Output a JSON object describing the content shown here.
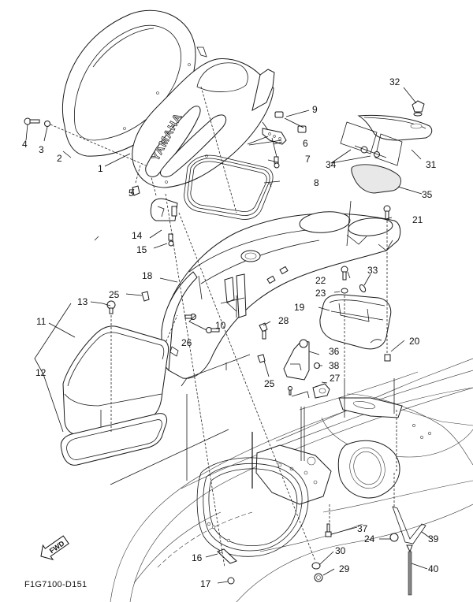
{
  "diagram": {
    "title_code": "F1G7100-D151",
    "brand_logo": "YAMAHA",
    "direction_marker": {
      "icon": "fwd-arrow-icon",
      "label": "FWD"
    },
    "callouts": [
      {
        "id": "1",
        "label": "1"
      },
      {
        "id": "2",
        "label": "2"
      },
      {
        "id": "3",
        "label": "3"
      },
      {
        "id": "4",
        "label": "4"
      },
      {
        "id": "5",
        "label": "5"
      },
      {
        "id": "6",
        "label": "6"
      },
      {
        "id": "7",
        "label": "7"
      },
      {
        "id": "8",
        "label": "8"
      },
      {
        "id": "9",
        "label": "9"
      },
      {
        "id": "10",
        "label": "10"
      },
      {
        "id": "11",
        "label": "11"
      },
      {
        "id": "12",
        "label": "12"
      },
      {
        "id": "13",
        "label": "13"
      },
      {
        "id": "14",
        "label": "14"
      },
      {
        "id": "15",
        "label": "15"
      },
      {
        "id": "16",
        "label": "16"
      },
      {
        "id": "17",
        "label": "17"
      },
      {
        "id": "18",
        "label": "18"
      },
      {
        "id": "19",
        "label": "19"
      },
      {
        "id": "20",
        "label": "20"
      },
      {
        "id": "21",
        "label": "21"
      },
      {
        "id": "22",
        "label": "22"
      },
      {
        "id": "23",
        "label": "23"
      },
      {
        "id": "24",
        "label": "24"
      },
      {
        "id": "25a",
        "label": "25"
      },
      {
        "id": "25b",
        "label": "25"
      },
      {
        "id": "26",
        "label": "26"
      },
      {
        "id": "27",
        "label": "27"
      },
      {
        "id": "28",
        "label": "28"
      },
      {
        "id": "29",
        "label": "29"
      },
      {
        "id": "30",
        "label": "30"
      },
      {
        "id": "31",
        "label": "31"
      },
      {
        "id": "32",
        "label": "32"
      },
      {
        "id": "33",
        "label": "33"
      },
      {
        "id": "34",
        "label": "34"
      },
      {
        "id": "35",
        "label": "35"
      },
      {
        "id": "36",
        "label": "36"
      },
      {
        "id": "37",
        "label": "37"
      },
      {
        "id": "38",
        "label": "38"
      },
      {
        "id": "39",
        "label": "39"
      },
      {
        "id": "40",
        "label": "40"
      }
    ]
  }
}
